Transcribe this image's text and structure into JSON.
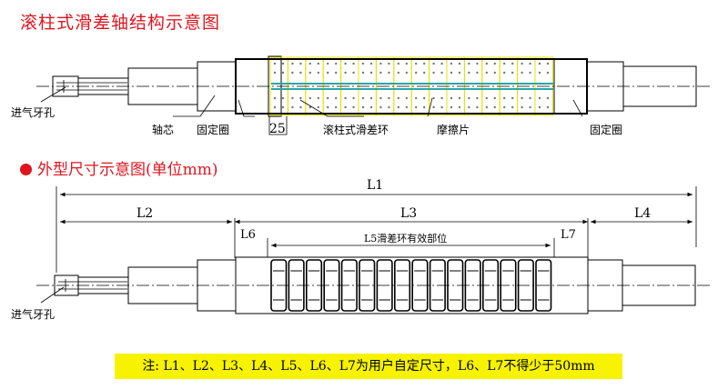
{
  "titles": {
    "top": "滚柱式滑差轴结构示意图",
    "bottom": "外型尺寸示意图(单位mm)"
  },
  "top_labels": {
    "air_hole": "进气牙孔",
    "shaft_core": "轴芯",
    "fixed_ring_left": "固定圈",
    "dim_25": "25",
    "roller_ring": "滚柱式滑差环",
    "friction_plate": "摩擦片",
    "fixed_ring_right": "固定圈"
  },
  "bottom_labels": {
    "L1": "L1",
    "L2": "L2",
    "L3": "L3",
    "L4": "L4",
    "L6": "L6",
    "L7": "L7",
    "L5": "L5滑差环有效部位",
    "air_hole": "进气牙孔"
  },
  "note": "注: L1、L2、L3、L4、L5、L6、L7为用户自定尺寸，L6、L7不得少于50mm",
  "colors": {
    "title_red": "#e0141e",
    "note_yellow": "#f7f300",
    "friction_yellow": "#e8e000",
    "teal": "#2aa6a6"
  }
}
